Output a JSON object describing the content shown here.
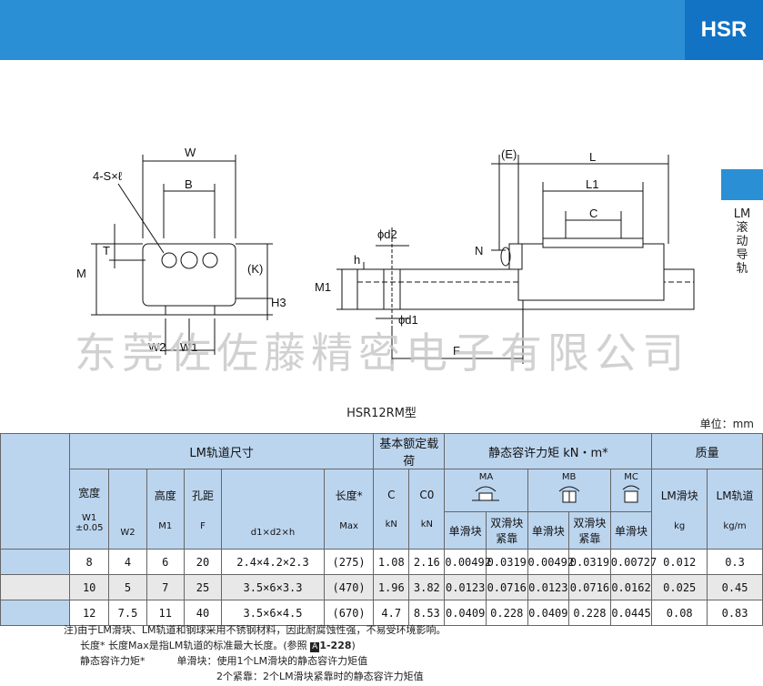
{
  "header": {
    "brand": "HSR"
  },
  "side_label": "LM滚动导轨",
  "watermark": "东莞佐佐藤精密电子有限公司",
  "drawing": {
    "labels": {
      "W": "W",
      "B": "B",
      "S": "4-S×ℓ",
      "T": "T",
      "M": "M",
      "K": "(K)",
      "H3": "H3",
      "W2": "W2",
      "W1": "W1",
      "d2": "ϕd2",
      "d1": "ϕd1",
      "h": "h",
      "M1": "M1",
      "E": "(E)",
      "L": "L",
      "L1": "L1",
      "C": "C",
      "N": "N",
      "F": "F"
    }
  },
  "model": "HSR12RM型",
  "unit": "单位：mm",
  "table": {
    "group_rail": "LM轨道尺寸",
    "group_load": "基本额定载荷",
    "group_moment": "静态容许力矩 kN・m*",
    "group_mass": "质量",
    "col_width": "宽度",
    "col_height": "高度",
    "col_pitch": "孔距",
    "col_length": "长度*",
    "col_C": "C",
    "col_C0": "C0",
    "mass_block": "LM滑块",
    "mass_rail": "LM轨道",
    "MA": "MA",
    "MB": "MB",
    "MC": "MC",
    "single": "单滑块",
    "double": "双滑块紧靠",
    "sym_W1": "W1",
    "sym_tol": "±0.05",
    "sym_W2": "W2",
    "sym_M1": "M1",
    "sym_F": "F",
    "sym_d": "d1×d2×h",
    "sym_max": "Max",
    "unit_kN": "kN",
    "unit_kN2": "kN",
    "unit_kg": "kg",
    "unit_kgm": "kg/m",
    "rows": [
      [
        "8",
        "4",
        "6",
        "20",
        "2.4×4.2×2.3",
        "(275)",
        "1.08",
        "2.16",
        "0.00492",
        "0.0319",
        "0.00492",
        "0.0319",
        "0.00727",
        "0.012",
        "0.3"
      ],
      [
        "10",
        "5",
        "7",
        "25",
        "3.5×6×3.3",
        "(470)",
        "1.96",
        "3.82",
        "0.0123",
        "0.0716",
        "0.0123",
        "0.0716",
        "0.0162",
        "0.025",
        "0.45"
      ],
      [
        "12",
        "7.5",
        "11",
        "40",
        "3.5×6×4.5",
        "(670)",
        "4.7",
        "8.53",
        "0.0409",
        "0.228",
        "0.0409",
        "0.228",
        "0.0445",
        "0.08",
        "0.83"
      ]
    ]
  },
  "notes": {
    "n1": "注)由于LM滑块、LM轨道和钢球采用不锈钢材料，因此耐腐蚀性强，不易受环境影响。",
    "n2a": "长度*  长度Max是指LM轨道的标准最大长度。(参照 ",
    "n2b": "A",
    "n2c": "1-228",
    "n2d": ")",
    "n3a": "静态容许力矩*",
    "n3b": "单滑块：使用1个LM滑块的静态容许力矩值",
    "n4": "2个紧靠：2个LM滑块紧靠时的静态容许力矩值"
  }
}
